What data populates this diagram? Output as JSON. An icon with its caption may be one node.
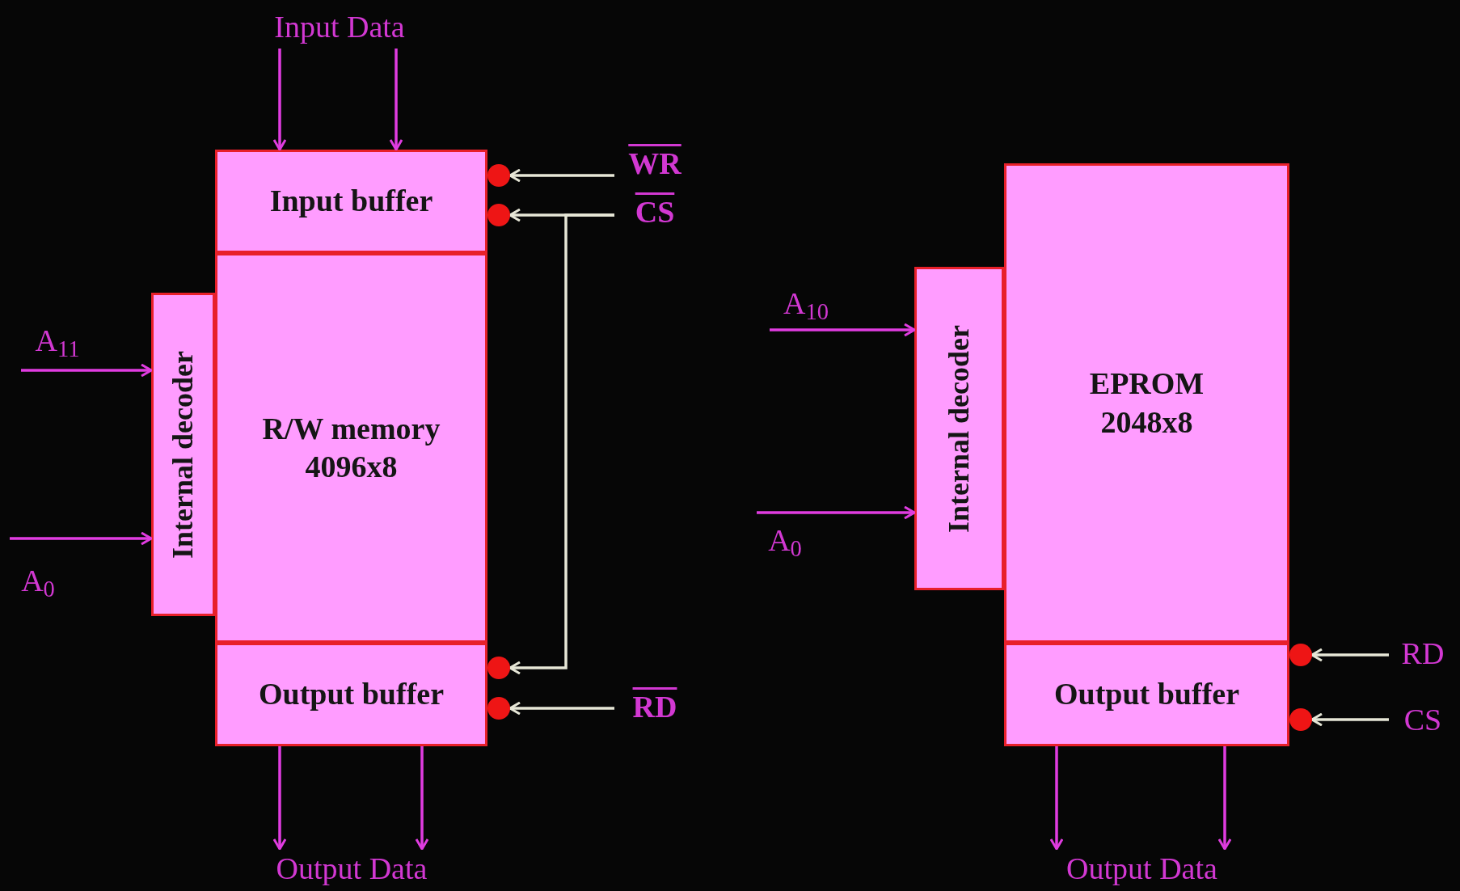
{
  "diagram": {
    "nodes": [
      {
        "text": [
          "Input Data"
        ]
      },
      {
        "text": [
          "Input buffer"
        ]
      },
      {
        "text": [
          "WR"
        ]
      },
      {
        "text": [
          "CS"
        ]
      },
      {
        "text": [
          "Internal decoder"
        ]
      },
      {
        "text": [
          "A$_{11}$"
        ]
      },
      {
        "text": [
          "R/W memory 4096x8"
        ]
      },
      {
        "text": [
          "A$_{0}$"
        ]
      },
      {
        "text": [
          "Output buffer"
        ]
      },
      {
        "text": [
          "RD"
        ]
      },
      {
        "text": [
          "Output Data"
        ]
      },
      {
        "text": [
          "A$_{10}$"
        ]
      },
      {
        "text": [
          "Internal decoder"
        ]
      },
      {
        "text": [
          "EPROM 2048x8"
        ]
      },
      {
        "text": [
          "A$_{0}$"
        ]
      },
      {
        "text": [
          "Output buffer"
        ]
      },
      {
        "text": [
          "RD"
        ]
      },
      {
        "text": [
          "CS"
        ]
      },
      {
        "text": [
          "Output Data"
        ]
      }
    ],
    "edges": [
      {
        "from": 0,
        "to": 1,
        "arrow": "to"
      },
      {
        "from": 0,
        "to": 1,
        "arrow": "to"
      },
      {
        "from": 2,
        "to": 1,
        "arrow": "to",
        "color": "#e6e6d6"
      },
      {
        "from": 3,
        "to": 1,
        "arrow": "to",
        "color": "#e6e6d6"
      },
      {
        "from": 3,
        "to": 8,
        "arrow": "to",
        "color": "#e6e6d6"
      },
      {
        "from": 5,
        "to": 4,
        "arrow": "to"
      },
      {
        "from": 7,
        "to": 4,
        "arrow": "to"
      },
      {
        "from": 9,
        "to": 8,
        "arrow": "to",
        "color": "#e6e6d6"
      },
      {
        "from": 8,
        "to": 10,
        "arrow": "to"
      },
      {
        "from": 8,
        "to": 10,
        "arrow": "to"
      },
      {
        "from": 11,
        "to": 12,
        "arrow": "to"
      },
      {
        "from": 14,
        "to": 12,
        "arrow": "to"
      },
      {
        "from": 16,
        "to": 15,
        "arrow": "to",
        "color": "#e6e6d6"
      },
      {
        "from": 17,
        "to": 15,
        "arrow": "to",
        "color": "#e6e6d6"
      },
      {
        "from": 15,
        "to": 18,
        "arrow": "to"
      },
      {
        "from": 15,
        "to": 18,
        "arrow": "to"
      }
    ]
  }
}
